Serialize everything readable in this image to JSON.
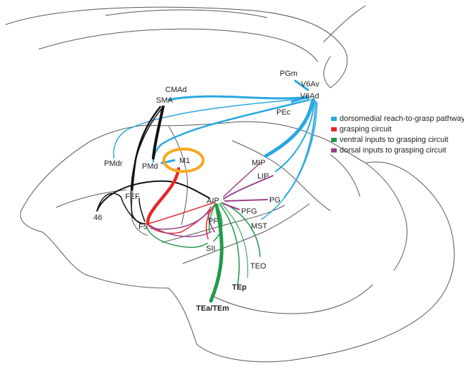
{
  "legend": {
    "items": [
      {
        "label": "dorsomedial reach-to-grasp pathway",
        "color": "#29a8e0"
      },
      {
        "label": "grasping circuit",
        "color": "#e8262a"
      },
      {
        "label": "ventral inputs to grasping circuit",
        "color": "#1f9a48"
      },
      {
        "label": "dorsal inputs to grasping circuit",
        "color": "#9b3f8c"
      }
    ]
  },
  "areas": {
    "pgm": "PGm",
    "v6av": "V6Av",
    "v6ad": "V6Ad",
    "pec": "PEc",
    "cmad": "CMAd",
    "sma": "SMA",
    "pmdr": "PMdr",
    "pmd": "PMd",
    "m1": "M1",
    "mip": "MIP",
    "lip": "LIP",
    "aip": "AIP",
    "pg": "PG",
    "pfg": "PFG",
    "fef": "FEF",
    "a46": "46",
    "f5": "F5",
    "pf": "PF",
    "mst": "MST",
    "sii": "SII",
    "teo": "TEO",
    "tep": "TEp",
    "team": "TEa/TEm"
  },
  "colors": {
    "highlight_ring": "#f5a81c",
    "frontal_connections": "#111111",
    "outline": "#555555"
  }
}
